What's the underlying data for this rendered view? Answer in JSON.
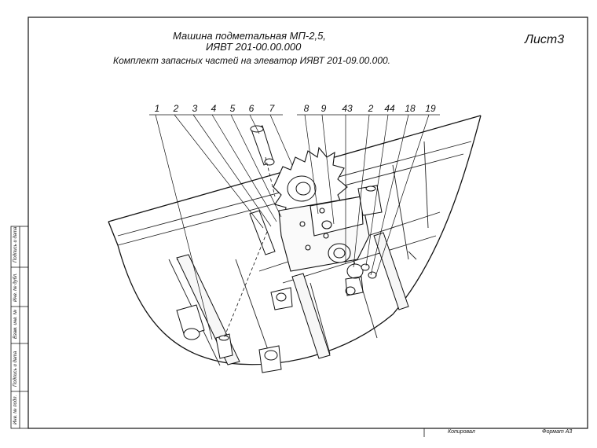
{
  "header": {
    "line1": "Машина подметальная  МП-2,5,",
    "line2": "ИЯВТ 201-00.00.000",
    "line3": "Комплект запасных частей на элеватор  ИЯВТ 201-09.00.000.",
    "sheet": "Лист3"
  },
  "sidebar": {
    "cells": [
      "Подпись и дата",
      "Инв. № дубл.",
      "Взам. инв. №",
      "Подпись и дата",
      "Инв. № подл."
    ]
  },
  "footer": {
    "copied": "Копировал",
    "format": "Формат А3"
  },
  "callouts": [
    "1",
    "2",
    "3",
    "4",
    "5",
    "6",
    "7",
    "8",
    "9",
    "43",
    "2",
    "44",
    "18",
    "19"
  ]
}
